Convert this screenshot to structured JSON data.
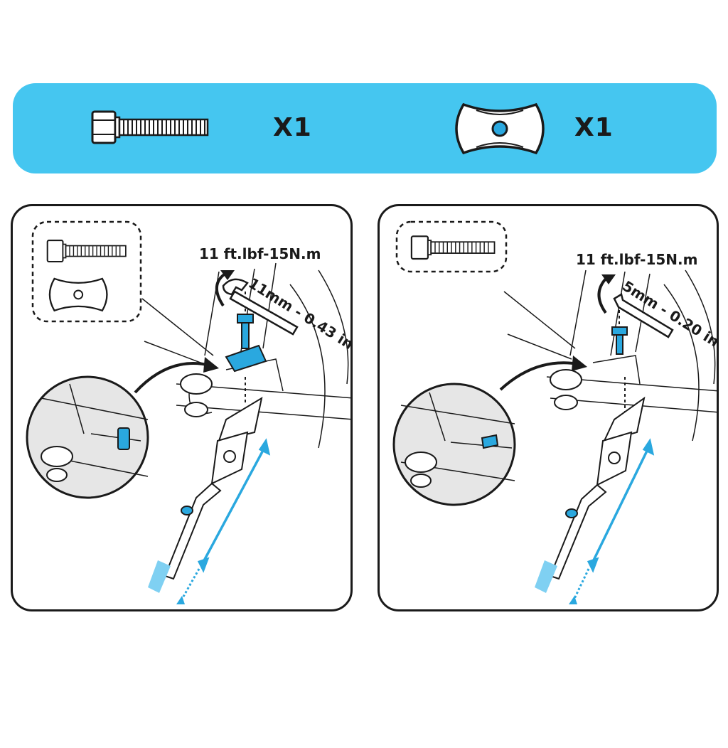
{
  "parts_bar": {
    "bolt_qty": "X1",
    "spacer_qty": "X1",
    "colors": {
      "accent": "#45c6f0",
      "part_blue": "#2aa8df",
      "stroke": "#1a1a1a"
    },
    "icons": [
      "hex-bolt-icon",
      "spacer-plate-icon"
    ]
  },
  "step_left": {
    "torque": "11 ft.lbf-15N.m",
    "tool_size": "11mm - 0.43 in",
    "tool_icon": "open-wrench-icon"
  },
  "step_right": {
    "torque": "11 ft.lbf-15N.m",
    "tool_size": "5mm - 0.20 in",
    "tool_icon": "allen-key-icon"
  }
}
